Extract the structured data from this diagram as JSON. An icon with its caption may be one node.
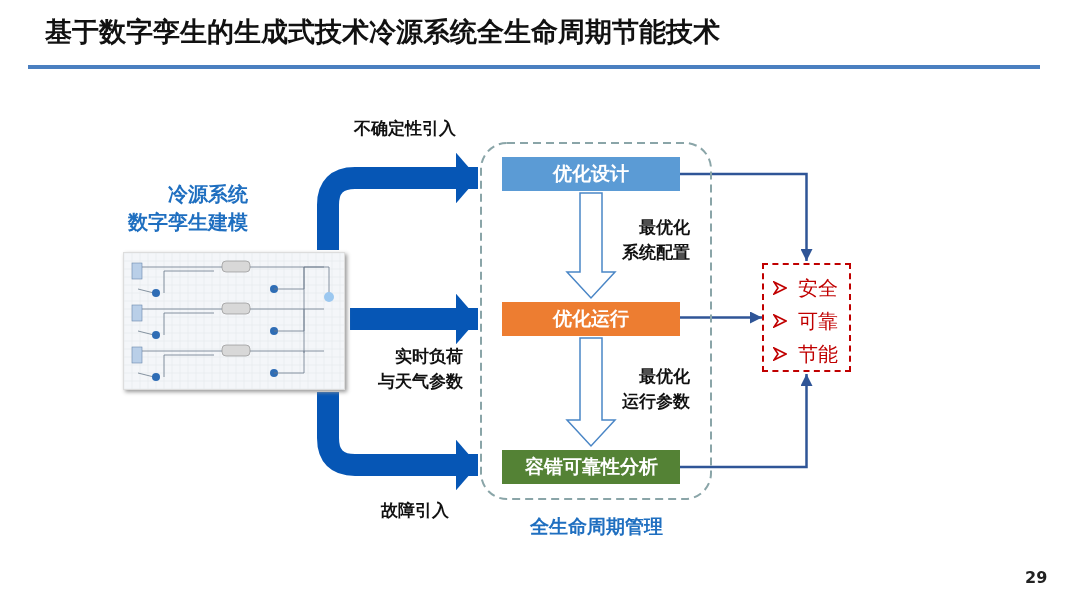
{
  "diagram": {
    "title": "基于数字孪生的生成式技术冷源系统全生命周期节能技术",
    "nodes": [
      {
        "text": [
          "全生命周期管理"
        ]
      },
      {
        "text": [
          "优化设计"
        ],
        "in": 0
      },
      {
        "text": [
          "优化运行"
        ],
        "in": 0
      },
      {
        "text": [
          "容错可靠性分析"
        ],
        "in": 0
      },
      {
        "text": [
          "安全",
          "可靠",
          "节能"
        ]
      },
      {
        "text": [],
        "shape": "picture"
      }
    ],
    "edges": [
      {
        "from": 5,
        "to": 1,
        "arrow": "to",
        "label": "不确定性引入",
        "style": "thick",
        "color": "#0656b5"
      },
      {
        "from": 5,
        "to": 2,
        "arrow": "to",
        "label": "实时负荷与天气参数",
        "style": "thick",
        "color": "#0656b5"
      },
      {
        "from": 5,
        "to": 3,
        "arrow": "to",
        "label": "故障引入",
        "style": "thick",
        "color": "#0656b5"
      },
      {
        "from": 1,
        "to": 2,
        "arrow": "to",
        "label": "最优化系统配置",
        "style": "thick",
        "color": "#4a86c6"
      },
      {
        "from": 2,
        "to": 3,
        "arrow": "to",
        "label": "最优化运行参数",
        "style": "thick",
        "color": "#4a86c6"
      },
      {
        "from": 1,
        "to": 4,
        "arrow": "to",
        "color": "#2f5597"
      },
      {
        "from": 2,
        "to": 4,
        "arrow": "to",
        "color": "#2f5597"
      },
      {
        "from": 3,
        "to": 4,
        "arrow": "to",
        "color": "#2f5597"
      }
    ],
    "labels": [
      "冷源系统数字孪生建模",
      "29"
    ]
  }
}
